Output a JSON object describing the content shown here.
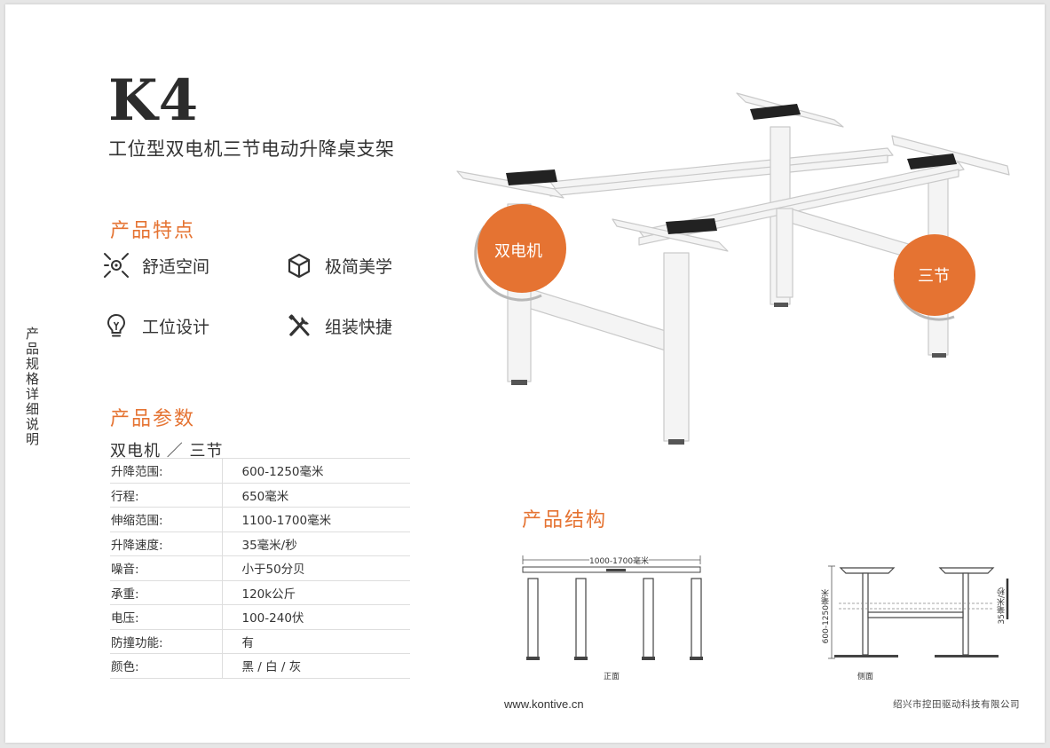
{
  "header": {
    "model": "K4",
    "subtitle": "工位型双电机三节电动升降桌支架"
  },
  "side_label": "产品规格详细说明",
  "features": {
    "title": "产品特点",
    "items": [
      {
        "label": "舒适空间",
        "icon": "comfort-space-icon"
      },
      {
        "label": "极简美学",
        "icon": "cube-icon"
      },
      {
        "label": "工位设计",
        "icon": "lightbulb-icon"
      },
      {
        "label": "组装快捷",
        "icon": "tools-icon"
      }
    ]
  },
  "params": {
    "title": "产品参数",
    "subtitle": "双电机 ／ 三节",
    "rows": [
      {
        "key": "升降范围:",
        "value": "600-1250毫米"
      },
      {
        "key": "行程:",
        "value": "650毫米"
      },
      {
        "key": "伸缩范围:",
        "value": "1100-1700毫米"
      },
      {
        "key": "升降速度:",
        "value": "35毫米/秒"
      },
      {
        "key": "噪音:",
        "value": "小于50分贝"
      },
      {
        "key": "承重:",
        "value": "120k公斤"
      },
      {
        "key": "电压:",
        "value": "100-240伏"
      },
      {
        "key": "防撞功能:",
        "value": "有"
      },
      {
        "key": "颜色:",
        "value": "黑 / 白 / 灰"
      }
    ]
  },
  "hero": {
    "badge_left": "双电机",
    "badge_right": "三节"
  },
  "structure": {
    "title": "产品结构",
    "front_width_label": "1000-1700毫米",
    "front_caption": "正面",
    "side_height_label": "600-1250毫米",
    "side_speed_label": "35毫米/秒",
    "side_caption": "侧面"
  },
  "footer": {
    "website": "www.kontive.cn",
    "company": "绍兴市控田驱动科技有限公司"
  },
  "colors": {
    "accent": "#e57332",
    "text": "#333333",
    "frame": "#f2f2f2"
  }
}
